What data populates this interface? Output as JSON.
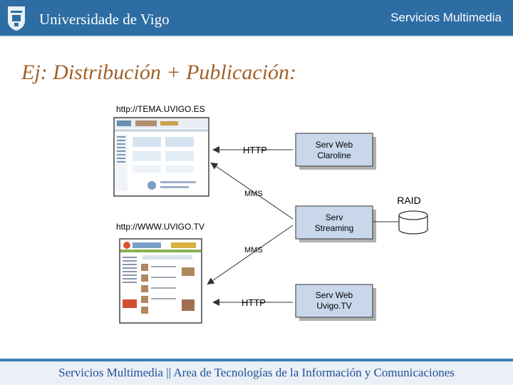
{
  "header": {
    "university": "Universidade de Vigo",
    "service": "Servicios Multimedia"
  },
  "slide": {
    "title": "Ej: Distribución + Publicación:"
  },
  "diagram": {
    "url_top": "http://TEMA.UVIGO.ES",
    "url_bottom": "http://WWW.UVIGO.TV",
    "protocols": {
      "http_top": "HTTP",
      "mms_top": "MMS",
      "mms_bottom": "MMS",
      "http_bottom": "HTTP"
    },
    "servers": {
      "claroline": [
        "Serv Web",
        "Claroline"
      ],
      "streaming": [
        "Serv",
        "Streaming"
      ],
      "uvigotv": [
        "Serv Web",
        "Uvigo.TV"
      ]
    },
    "storage": "RAID"
  },
  "footer": {
    "text": "Servicios Multimedia || Area de Tecnologías de la Información y Comunicaciones"
  },
  "colors": {
    "header": "#2e6da4",
    "title": "#a0602a",
    "footer_text": "#1f4e9a",
    "server_box": "#c8d7ea"
  }
}
